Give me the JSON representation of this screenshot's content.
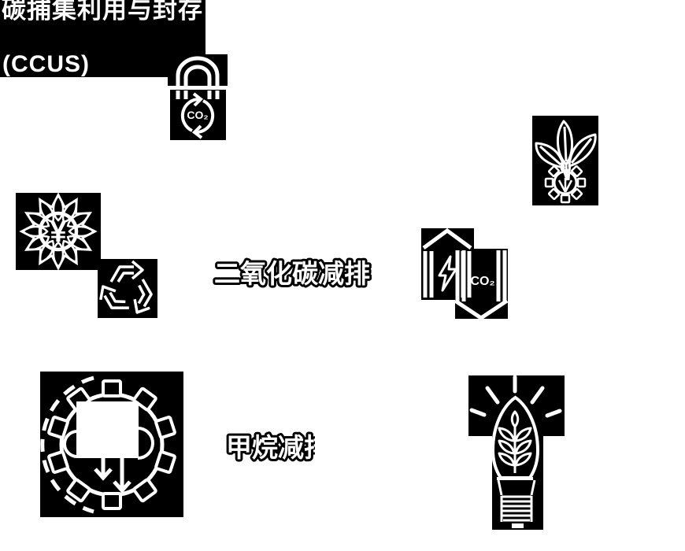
{
  "colors": {
    "background": "#ffffff",
    "block": "#000000",
    "glyph": "#ffffff"
  },
  "ccus_block": {
    "title": "碳捕集利用与封存",
    "subtitle": "(CCUS)"
  },
  "labels": {
    "co2_reduction": "二氧化碳减排",
    "methane_reduction": "甲烷减排"
  },
  "icons": {
    "lock_co2": {
      "name": "padlock-co2-cycle-icon",
      "label": "CO₂"
    },
    "plant_gear": {
      "name": "sprout-gear-icon"
    },
    "flower_coin": {
      "name": "lotus-yuan-icon",
      "label": "¥"
    },
    "recycle": {
      "name": "recycle-arrows-icon"
    },
    "energy_swap": {
      "name": "energy-up-co2-down-icon",
      "label": "CO₂"
    },
    "gear_cloud": {
      "name": "gear-cloud-capture-icon"
    },
    "bulb_plant": {
      "name": "eco-lightbulb-icon"
    }
  }
}
